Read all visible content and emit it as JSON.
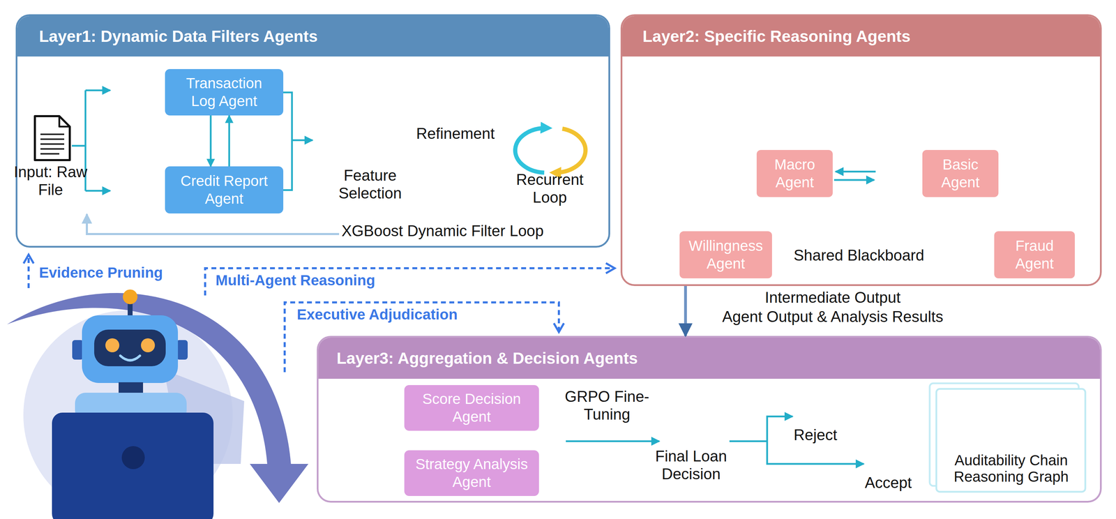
{
  "diagram": {
    "nodes": [
      {
        "text": [
          "Layer1: Dynamic Data Filters Agents"
        ]
      },
      {
        "text": [
          "Transaction Log Agent"
        ],
        "in": 0
      },
      {
        "text": [
          "Credit Report Agent"
        ],
        "in": 0
      },
      {
        "text": [
          "Layer2: Specific Reasoning Agents"
        ]
      },
      {
        "text": [
          "Macro Agent"
        ],
        "in": 3
      },
      {
        "text": [
          "Basic Agent"
        ],
        "in": 3
      },
      {
        "text": [
          "Willingness Agent"
        ],
        "in": 3
      },
      {
        "text": [
          "Fraud Agent"
        ],
        "in": 3
      },
      {
        "text": [
          "Layer3: Aggregation & Decision Agents"
        ]
      },
      {
        "text": [
          "Score Decision Agent"
        ],
        "in": 8
      },
      {
        "text": [
          "Strategy Analysis Agent"
        ],
        "in": 8
      },
      {
        "text": [
          "Auditability Chain Reasoning Graph"
        ],
        "in": 8
      }
    ],
    "edges": [
      {
        "from": 1,
        "to": 2,
        "arrow": "to"
      },
      {
        "from": 2,
        "to": 1,
        "arrow": "to"
      },
      {
        "from": 3,
        "to": 8,
        "arrow": "to"
      }
    ],
    "labels": [
      "Input: Raw File",
      "Feature Selection",
      "Refinement",
      "Recurrent Loop",
      "XGBoost Dynamic Filter Loop",
      "Shared Blackboard",
      "Intermediate Output",
      "Agent Output & Analysis Results",
      "Evidence Pruning",
      "Multi-Agent Reasoning",
      "Executive Adjudication",
      "GRPO Fine-Tuning",
      "Final Loan Decision",
      "Reject",
      "Accept"
    ]
  }
}
